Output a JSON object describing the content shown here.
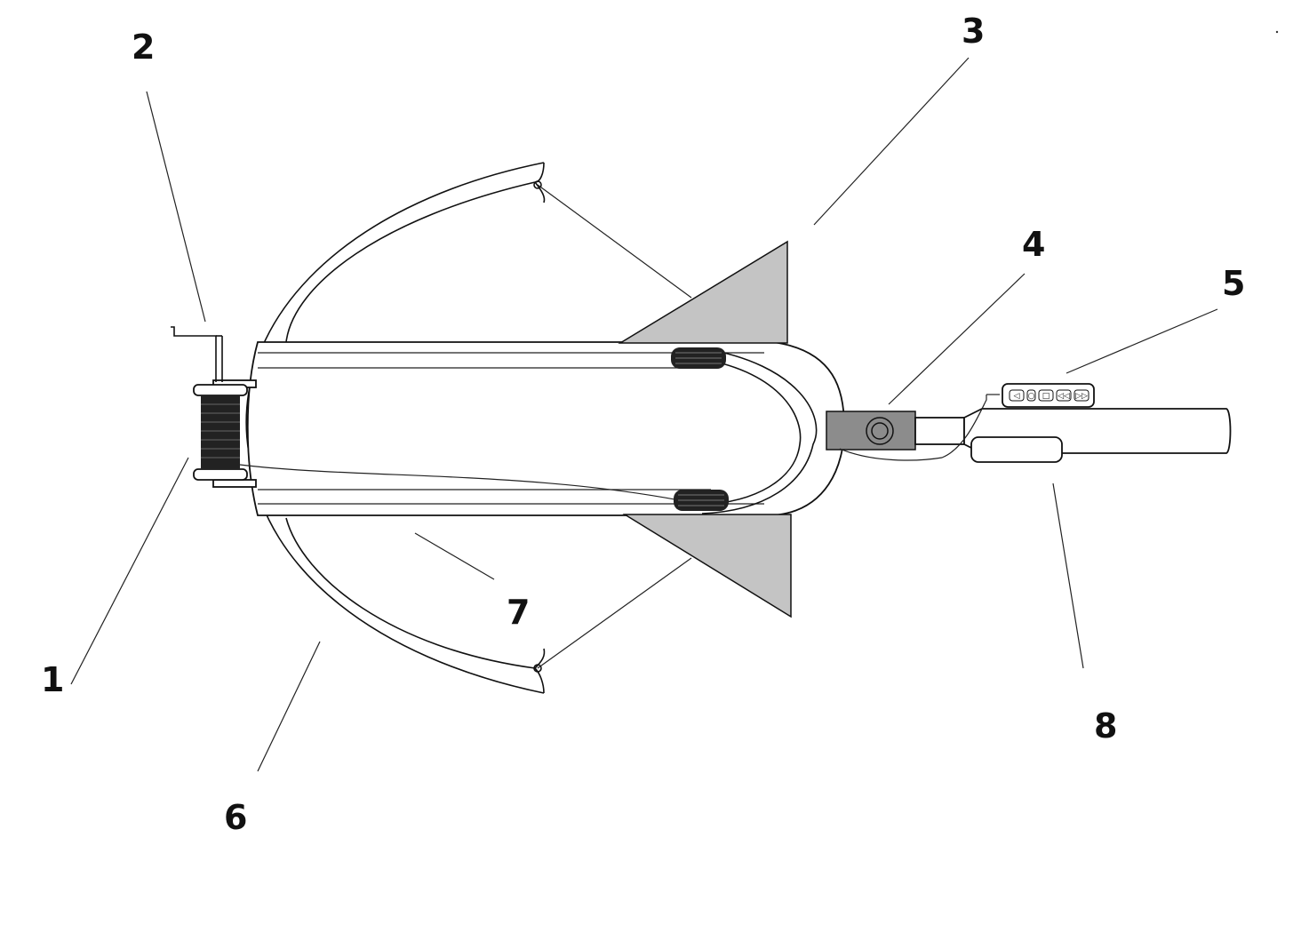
{
  "labels": {
    "l1": "1",
    "l2": "2",
    "l3": "3",
    "l4": "4",
    "l5": "5",
    "l6": "6",
    "l7": "7",
    "l8": "8"
  },
  "remote_buttons": [
    "◁",
    "○",
    "□",
    "◁◁",
    "▷▷"
  ],
  "colors": {
    "fin_fill": "#c4c4c4",
    "mount_fill": "#8c8c8c",
    "spool_fill": "#222222"
  }
}
